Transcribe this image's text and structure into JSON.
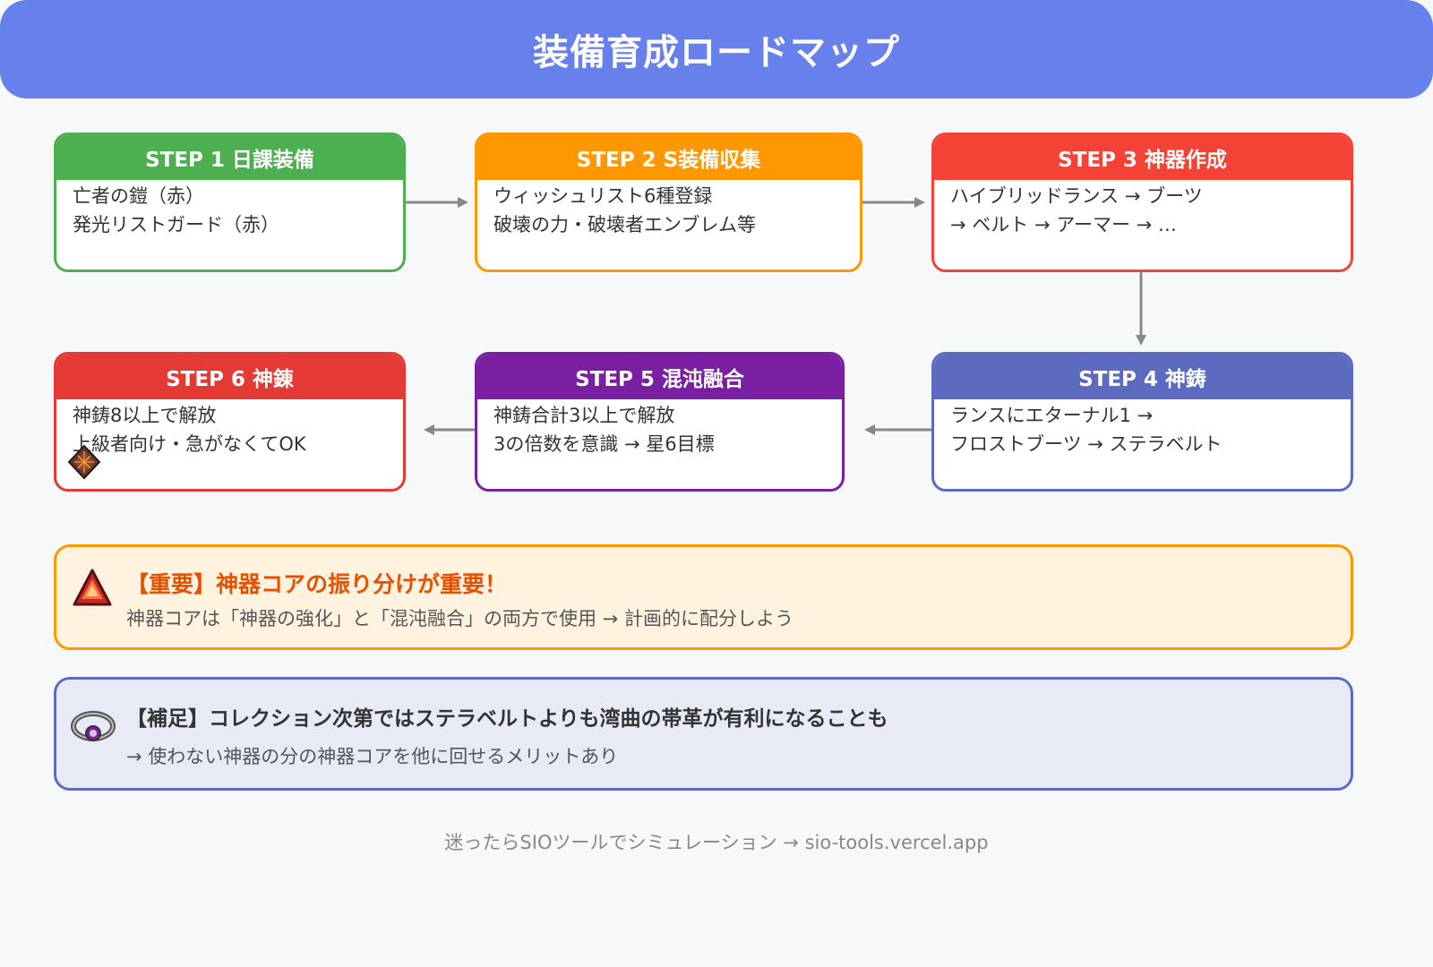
{
  "title": "装備育成ロードマップ",
  "steps": [
    {
      "head": "STEP 1  日課装備",
      "lines": [
        "亡者の鎧（赤）",
        "発光リストガード（赤）"
      ],
      "color": "#4caf50"
    },
    {
      "head": "STEP 2  S装備収集",
      "lines": [
        "ウィッシュリスト6種登録",
        "破壊の力・破壊者エンブレム等"
      ],
      "color": "#ff9800"
    },
    {
      "head": "STEP 3  神器作成",
      "lines": [
        "ハイブリッドランス → ブーツ",
        "→ ベルト → アーマー → …"
      ],
      "color": "#f44336"
    },
    {
      "head": "STEP 4  神鋳",
      "lines": [
        "ランスにエターナル1 →",
        "フロストブーツ → ステラベルト"
      ],
      "color": "#5c6bc0"
    },
    {
      "head": "STEP 5  混沌融合",
      "lines": [
        "神鋳合計3以上で解放",
        "3の倍数を意識 → 星6目標"
      ],
      "color": "#7b1fa2"
    },
    {
      "head": "STEP 6  神錬",
      "lines": [
        "神鋳8以上で解放",
        "上級者向け・急がなくてOK"
      ],
      "color": "#e53935"
    }
  ],
  "important": {
    "title": "【重要】神器コアの振り分けが重要！",
    "body": "神器コアは「神器の強化」と「混沌融合」の両方で使用 → 計画的に配分しよう",
    "icon": "warning-triangle-icon",
    "color": "#e65100"
  },
  "note": {
    "title": "【補足】コレクション次第ではステラベルトよりも湾曲の帯革が有利になることも",
    "body": "→ 使わない神器の分の神器コアを他に回せるメリットあり",
    "icon": "belt-icon",
    "color": "#5c6bc0"
  },
  "footer": "迷ったらSIOツールでシミュレーション → sio-tools.vercel.app"
}
